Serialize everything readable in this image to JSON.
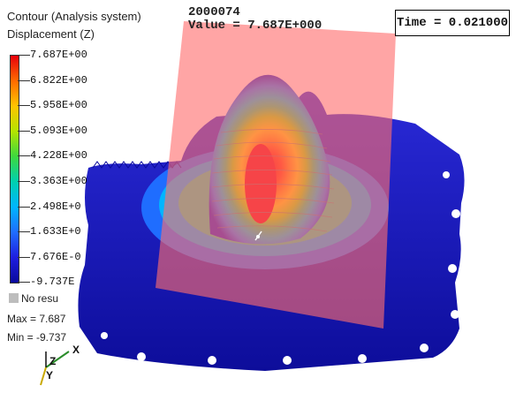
{
  "legend": {
    "title_line1": "Contour (Analysis system)",
    "title_line2": "Displacement (Z)",
    "levels": [
      {
        "label": "7.687E+00",
        "color": "#e8000b"
      },
      {
        "label": "6.822E+00",
        "color": "#ff6a00"
      },
      {
        "label": "5.958E+00",
        "color": "#ffc400"
      },
      {
        "label": "5.093E+00",
        "color": "#b5e400"
      },
      {
        "label": "4.228E+00",
        "color": "#3ed83e"
      },
      {
        "label": "3.363E+00",
        "color": "#00d0b0"
      },
      {
        "label": "2.498E+0",
        "color": "#00b5ff"
      },
      {
        "label": "1.633E+0",
        "color": "#1f6dff"
      },
      {
        "label": "7.676E-0",
        "color": "#1e1ee0"
      },
      {
        "label": "-9.737E",
        "color": "#0a0a9c"
      }
    ],
    "no_result_label": "No resu",
    "max_label": "Max = 7.687",
    "min_label": "Min = -9.737"
  },
  "probe": {
    "node_id": "2000074",
    "value_text": "Value = 7.687E+000"
  },
  "time_text": "Time = 0.021000",
  "triad": {
    "x_label": "X",
    "y_label": "Y",
    "z_label": "Z"
  },
  "colors": {
    "mesh_blue": "#1a1ac8",
    "section_plane": "#ff6e6e",
    "accent_red": "#e8000b"
  }
}
